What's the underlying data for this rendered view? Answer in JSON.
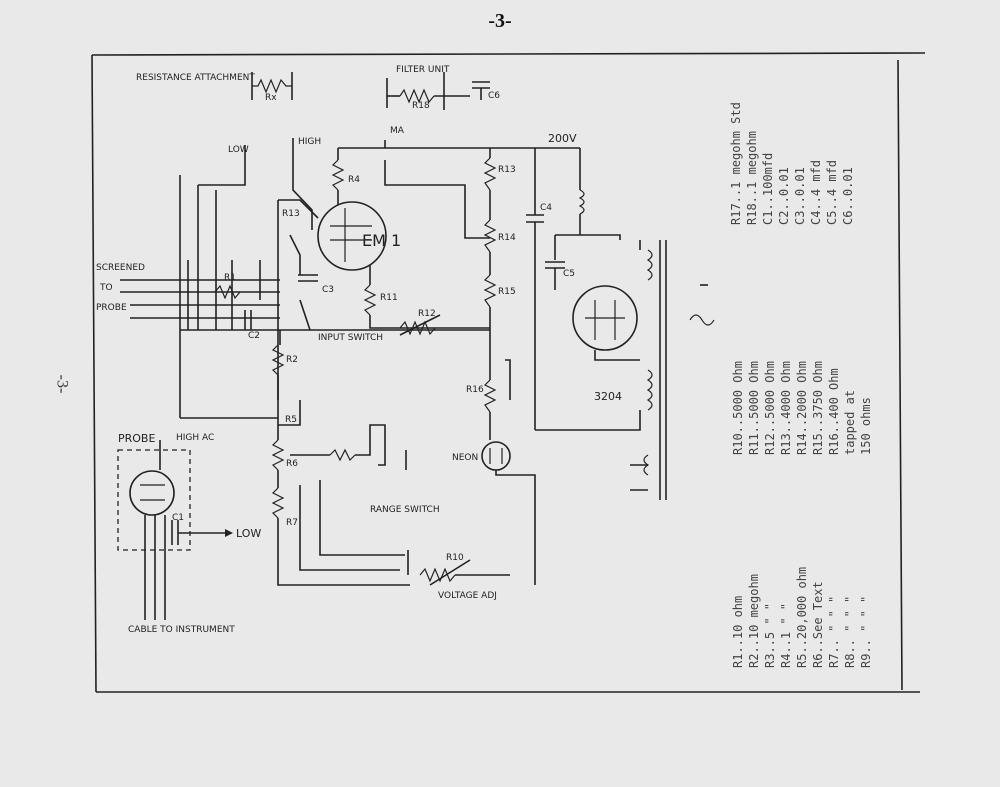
{
  "page_number": "-3-",
  "side_page_number": "-3-",
  "diagram": {
    "labels": {
      "resistance_attachment": "RESISTANCE ATTACHMENT",
      "rx": "Rx",
      "filter_unit": "FILTER UNIT",
      "r18": "R18",
      "c6": "C6",
      "low_top": "LOW",
      "high": "HIGH",
      "ma": "MA",
      "v200": "200V",
      "r4": "R4",
      "r13": "R13",
      "r13b": "R13",
      "em1": "EM 1",
      "c3": "C3",
      "r11": "R11",
      "r12": "R12",
      "r14": "R14",
      "r15": "R15",
      "c4": "C4",
      "c5": "C5",
      "screened": "SCREENED",
      "to": "TO",
      "probe_line": "PROBE",
      "r1": "R1",
      "r2": "R2",
      "c1": "C1",
      "c2": "C2",
      "input_switch": "INPUT SWITCH",
      "r16": "R16",
      "tube_3204": "3204",
      "probe": "PROBE",
      "high_ac": "HIGH AC",
      "r5": "R5",
      "r6": "R6",
      "r7": "R7",
      "neon": "NEON",
      "range_switch": "RANGE SWITCH",
      "c_probe": "C1",
      "low_probe": "LOW",
      "r10": "R10",
      "voltage_adj": "VOLTAGE ADJ",
      "cable": "CABLE TO INSTRUMENT"
    },
    "parts_list_upper_right": [
      "R17..1 megohm Std",
      "R18..1 megohm",
      "C1..100mfd",
      "C2..0.01",
      "C3..0.01",
      "C4..4 mfd",
      "C5..4 mfd",
      "C6..0.01"
    ],
    "parts_list_middle": [
      "R10..5000 Ohm",
      "R11..5000 Ohm",
      "R12..5000 Ohm",
      "R13..4000 Ohm",
      "R14..2000 Ohm",
      "R15..3750 Ohm",
      "R16..400 Ohm",
      "       tapped at",
      "       150 ohms"
    ],
    "parts_list_lower": [
      "R1..10 ohm",
      "R2..10 megohm",
      "R3..5    \"  \"",
      "R4..1     \"  \"",
      "R5..20,000 ohm",
      "R6..See Text",
      "R7..  \"   \"  \"",
      "R8..  \"   \"  \"",
      "R9..  \"   \"  \""
    ]
  }
}
